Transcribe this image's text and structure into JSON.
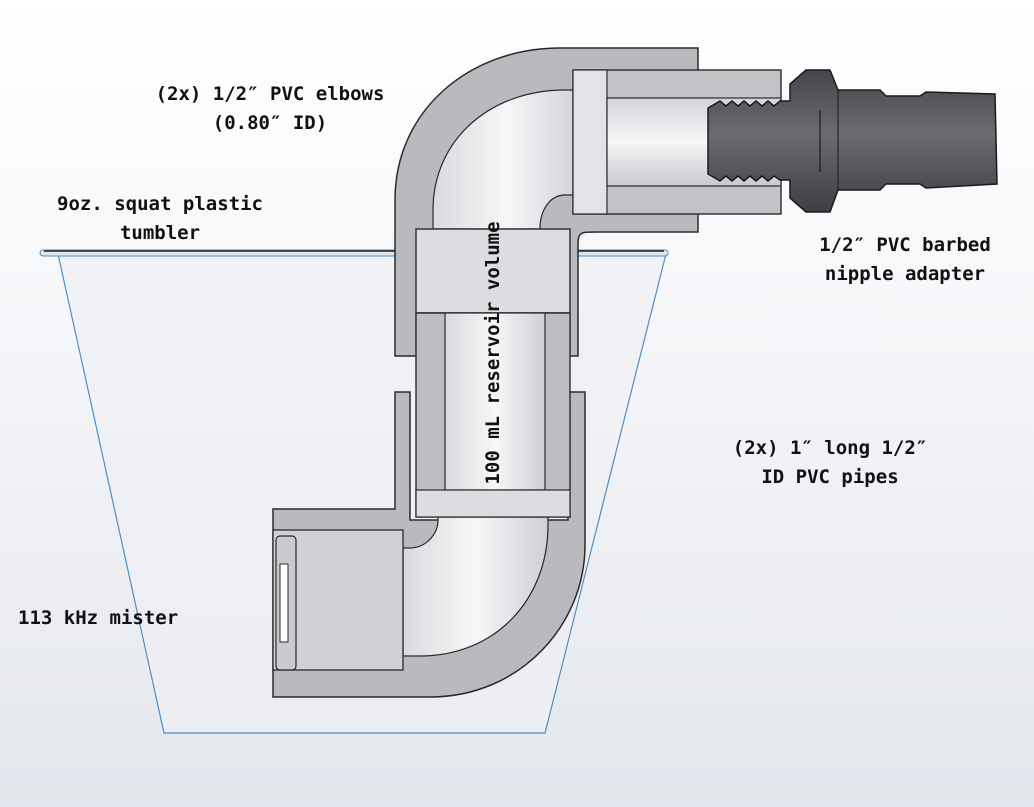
{
  "labels": {
    "elbows_line1": "(2x) 1/2″ PVC elbows",
    "elbows_line2": "(0.80″ ID)",
    "tumbler_line1": "9oz. squat plastic",
    "tumbler_line2": "tumbler",
    "nipple_line1": "1/2″ PVC barbed",
    "nipple_line2": "nipple adapter",
    "pipes_line1": "(2x) 1″ long 1/2″",
    "pipes_line2": "ID PVC pipes",
    "mister": "113 kHz mister",
    "reservoir": "100 mL reservoir volume"
  },
  "colors": {
    "pvc_body": "#b8b9bd",
    "pvc_edge": "#2a2a2a",
    "reservoir_fill": "#eeeef1",
    "adapter_dark": "#58595e",
    "tumbler_outline": "#4f8fc4",
    "tumbler_fill": "#f1f2f5"
  }
}
